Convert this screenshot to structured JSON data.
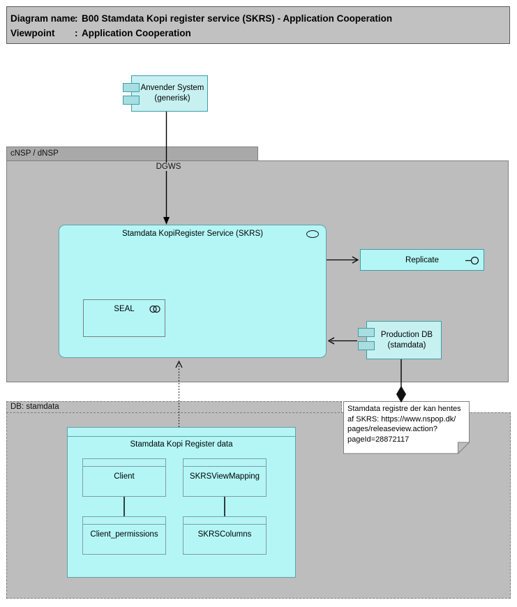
{
  "colors": {
    "cyan_fill_light": "#c7f0f1",
    "cyan_fill_bright": "#b4f6f6",
    "teal_border": "#3e9da8",
    "group_fill": "#bdbdbd",
    "group_tab_fill": "#a9a9a9",
    "title_bar_fill": "#c1c1c1",
    "note_fill": "#ffffff",
    "line_color": "#000000"
  },
  "title_bar": {
    "rows": [
      {
        "label": "Diagram name",
        "sep": ":",
        "value": "B00 Stamdata Kopi register service (SKRS) - Application Cooperation"
      },
      {
        "label": "Viewpoint",
        "sep": ":",
        "value": "Application Cooperation"
      }
    ]
  },
  "nodes": {
    "anvender_system": {
      "name": "Anvender System",
      "qualifier": "(generisk)",
      "icon": "component-icon"
    },
    "skrs_service": {
      "label": "Stamdata KopiRegister Service (SKRS)",
      "icon": "oval-service-icon"
    },
    "seal": {
      "label": "SEAL",
      "icon": "collaboration-circles-icon"
    },
    "replicate": {
      "label": "Replicate",
      "icon": "lollipop-interface-icon"
    },
    "production_db": {
      "name": "Production DB",
      "qualifier": "(stamdata)",
      "icon": "component-icon"
    }
  },
  "groups": {
    "cnsp": {
      "label": "cNSP / dNSP"
    },
    "db_stamdata": {
      "label": "DB: stamdata"
    }
  },
  "connectors": {
    "dgws_label": "DGWS"
  },
  "db_group": {
    "title": "Stamdata Kopi Register data",
    "tables": [
      {
        "label": "Client"
      },
      {
        "label": "SKRSViewMapping"
      },
      {
        "label": "Client_permissions"
      },
      {
        "label": "SKRSColumns"
      }
    ]
  },
  "note": {
    "lines": [
      "Stamdata registre der kan hentes",
      "af SKRS: https://www.nspop.dk/",
      "pages/releaseview.action?",
      "pageId=28872117"
    ]
  }
}
